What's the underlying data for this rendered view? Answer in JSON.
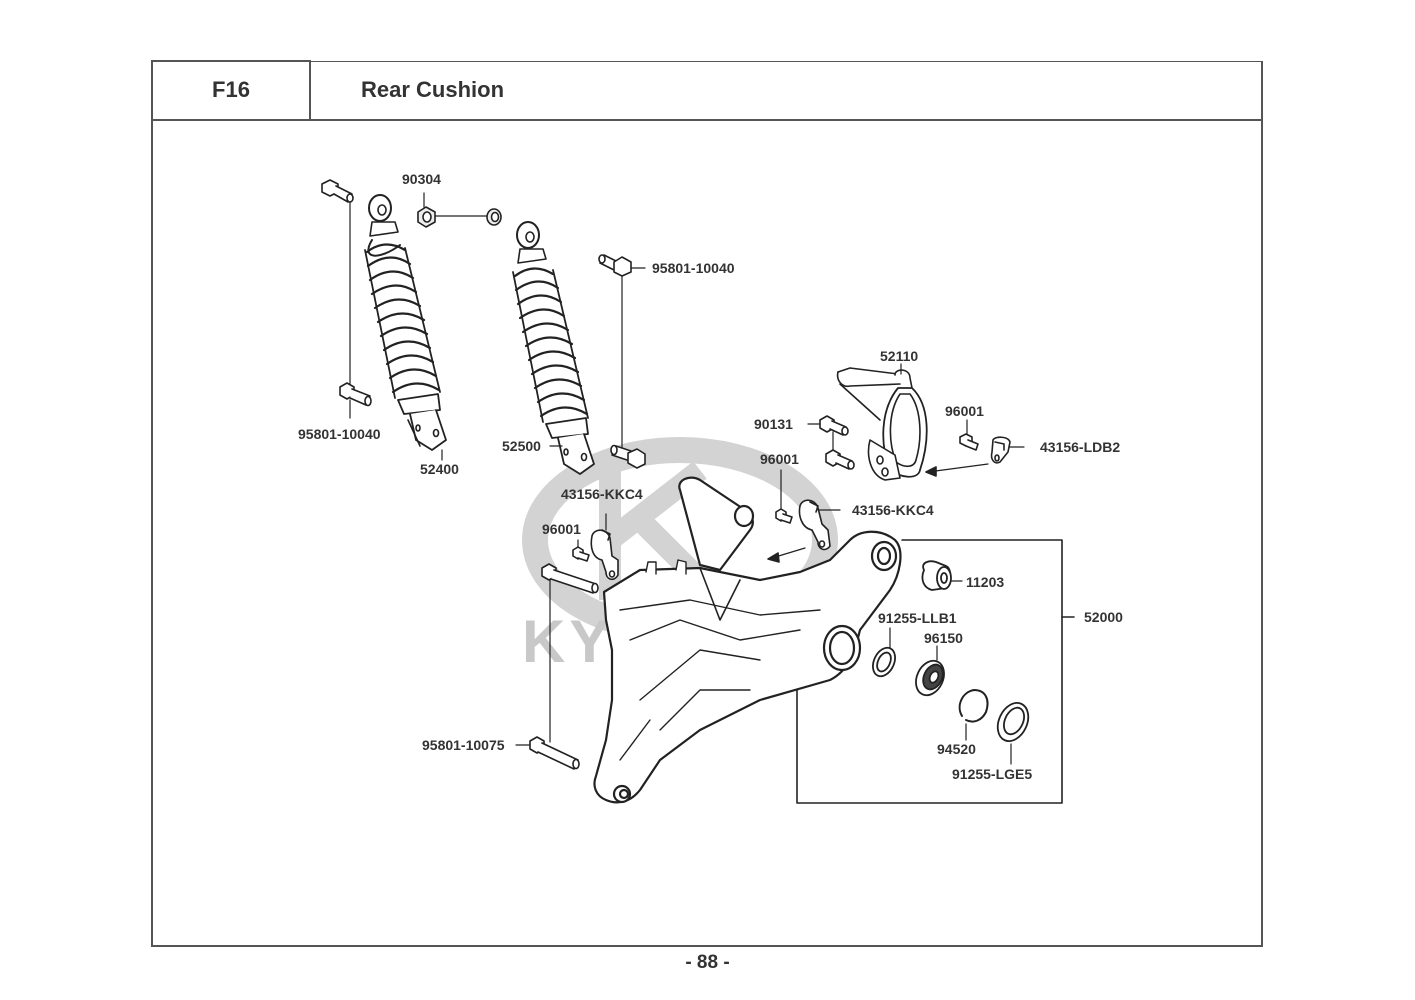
{
  "header": {
    "section_code": "F16",
    "section_title": "Rear Cushion"
  },
  "watermark": {
    "brand": "KYMCO",
    "color": "#c8c8c8"
  },
  "parts": {
    "bolt_top_left": "95801-10040",
    "bolt_mid_left": "95801-10040",
    "nut_collar": "90304",
    "shock_left": "52400",
    "shock_right": "52500",
    "bolt_top_right": "95801-10040",
    "bracket": "52110",
    "bolt_bracket": "90131",
    "bolt_96001_a": "96001",
    "clamp_ldb2": "43156-LDB2",
    "bolt_96001_b": "96001",
    "clamp_kkc4_right": "43156-KKC4",
    "clamp_kkc4_left": "43156-KKC4",
    "bolt_96001_c": "96001",
    "swingarm_assy": "52000",
    "bushing": "11203",
    "oil_seal_1": "91255-LLB1",
    "bearing": "96150",
    "circlip": "94520",
    "oil_seal_2": "91255-LGE5",
    "bolt_long": "95801-10075"
  },
  "footer": {
    "page_number": "- 88 -"
  }
}
